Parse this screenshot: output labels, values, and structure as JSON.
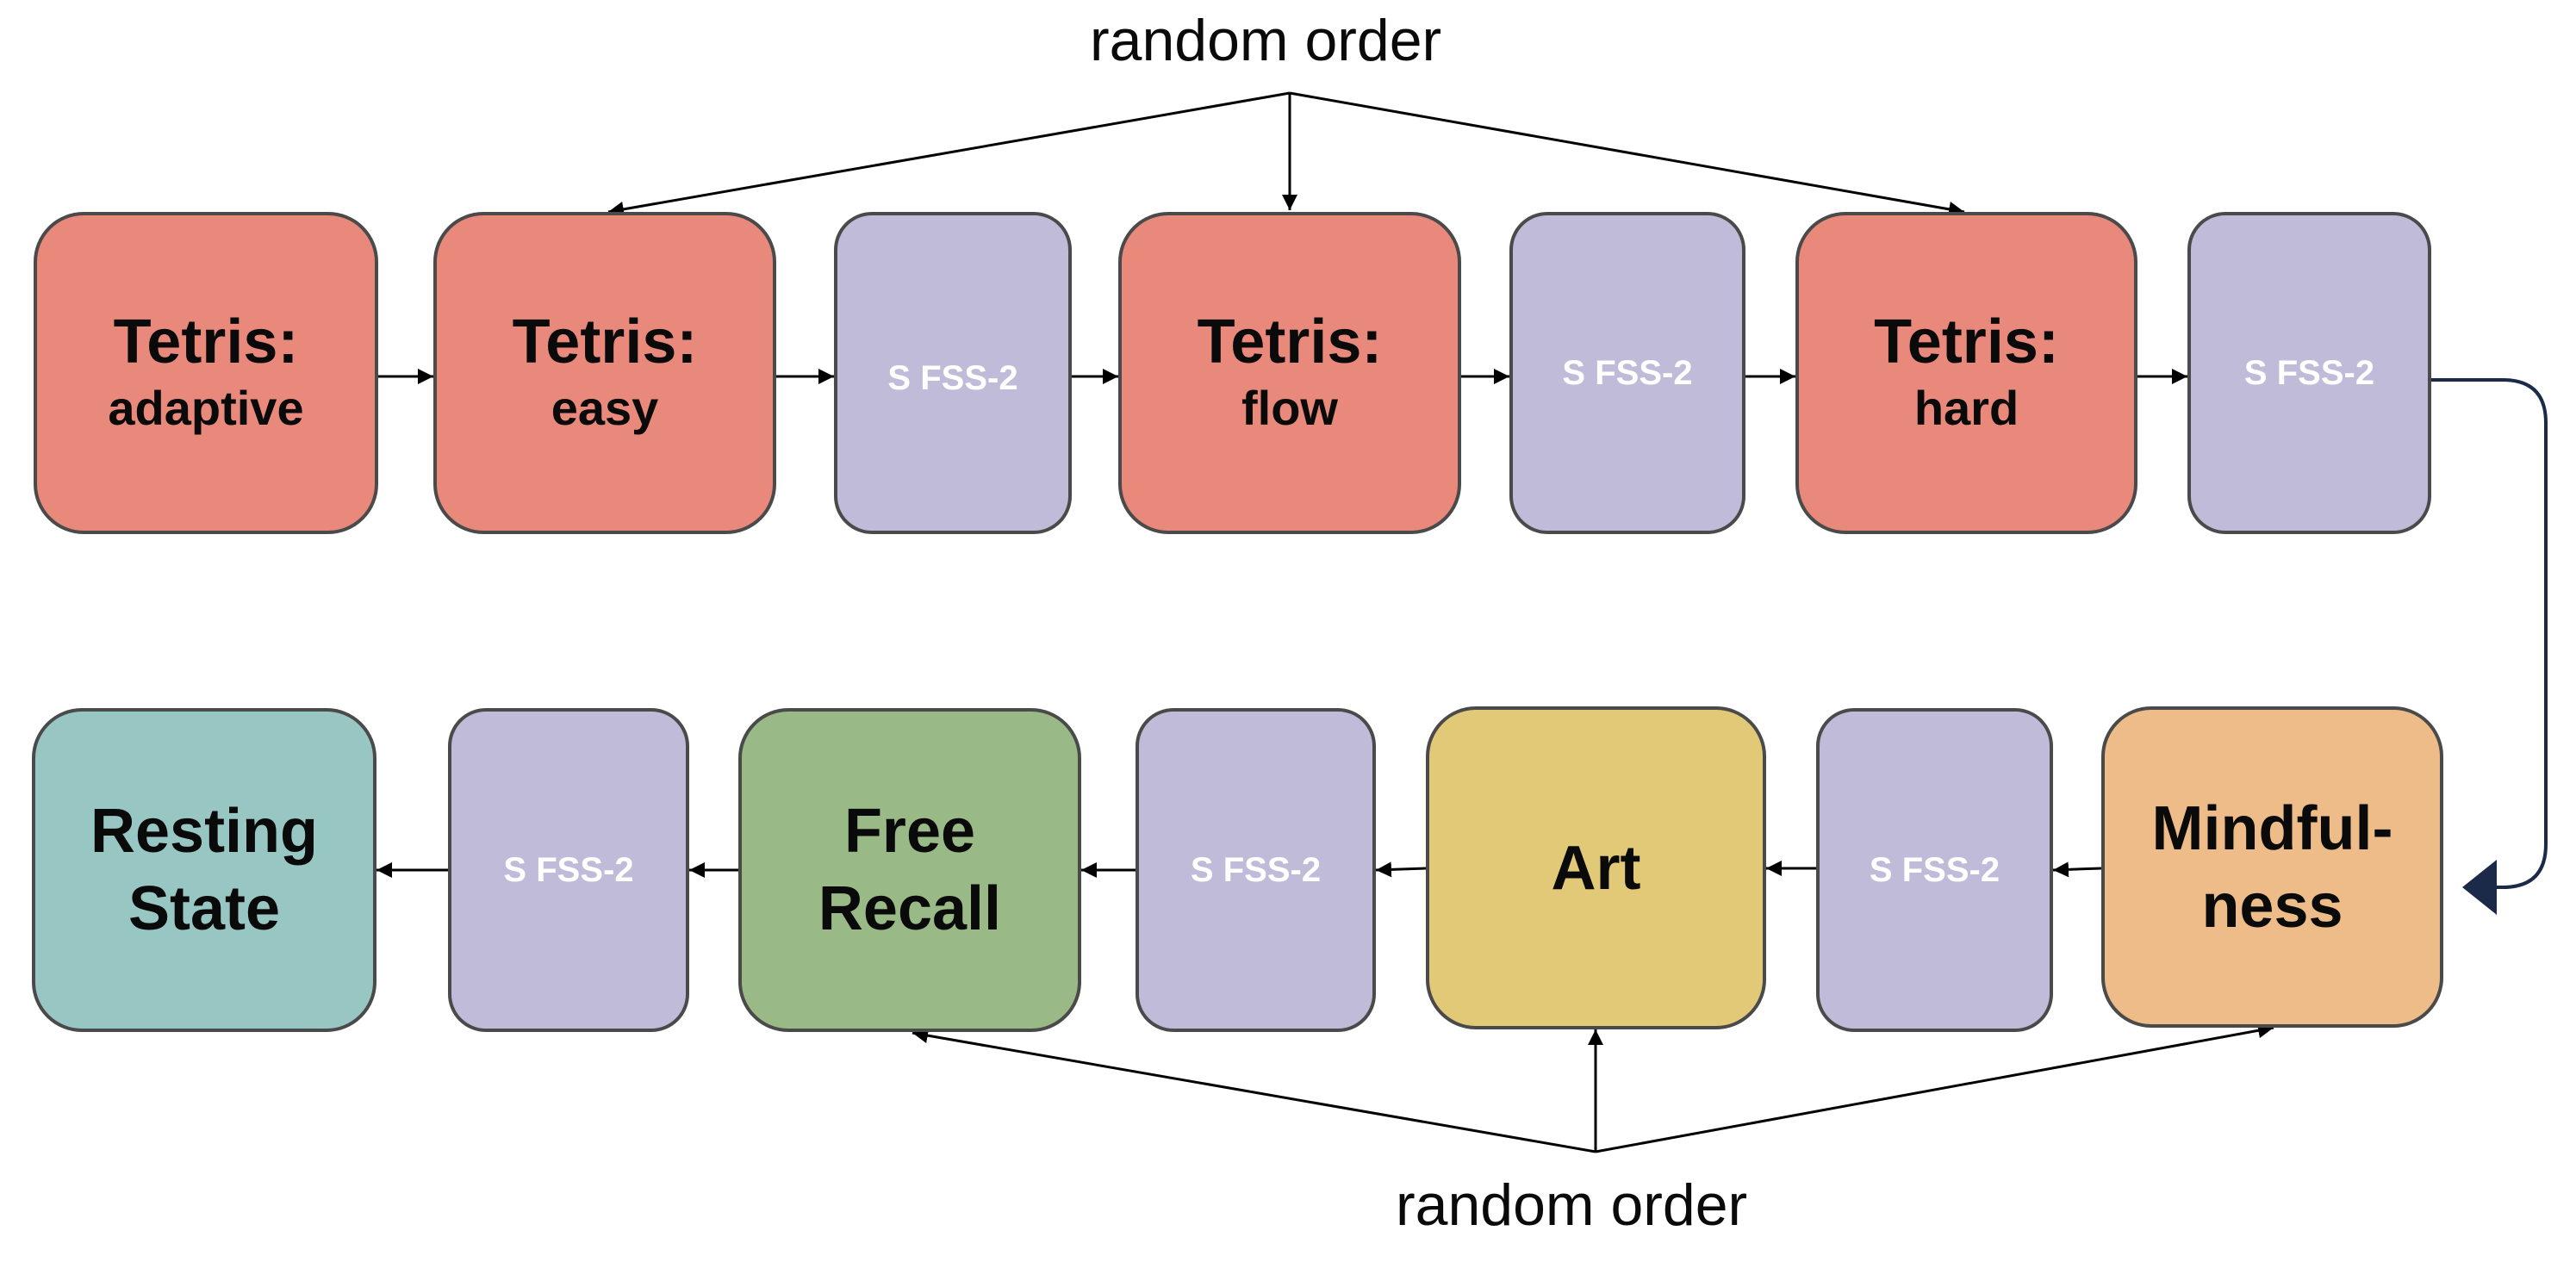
{
  "top_caption": "random order",
  "bottom_caption": "random order",
  "row1": [
    {
      "title": "Tetris:",
      "sub": "adaptive"
    },
    {
      "title": "Tetris:",
      "sub": "easy"
    },
    {
      "label": "S FSS-2"
    },
    {
      "title": "Tetris:",
      "sub": "flow"
    },
    {
      "label": "S FSS-2"
    },
    {
      "title": "Tetris:",
      "sub": "hard"
    },
    {
      "label": "S FSS-2"
    }
  ],
  "row2": [
    {
      "line1": "Resting",
      "line2": "State"
    },
    {
      "label": "S FSS-2"
    },
    {
      "line1": "Free",
      "line2": "Recall"
    },
    {
      "label": "S FSS-2"
    },
    {
      "label": "Art"
    },
    {
      "label": "S FSS-2"
    },
    {
      "line1": "Mindful-",
      "line2": "ness"
    }
  ],
  "colors": {
    "task_red": "#e8897c",
    "questionnaire_purple": "#c0bbd9",
    "resting_teal": "#98c6c3",
    "recall_green": "#99b987",
    "art_yellow": "#e2c977",
    "mindfulness_orange": "#eebc88",
    "connector_navy": "#1c2a4a"
  }
}
